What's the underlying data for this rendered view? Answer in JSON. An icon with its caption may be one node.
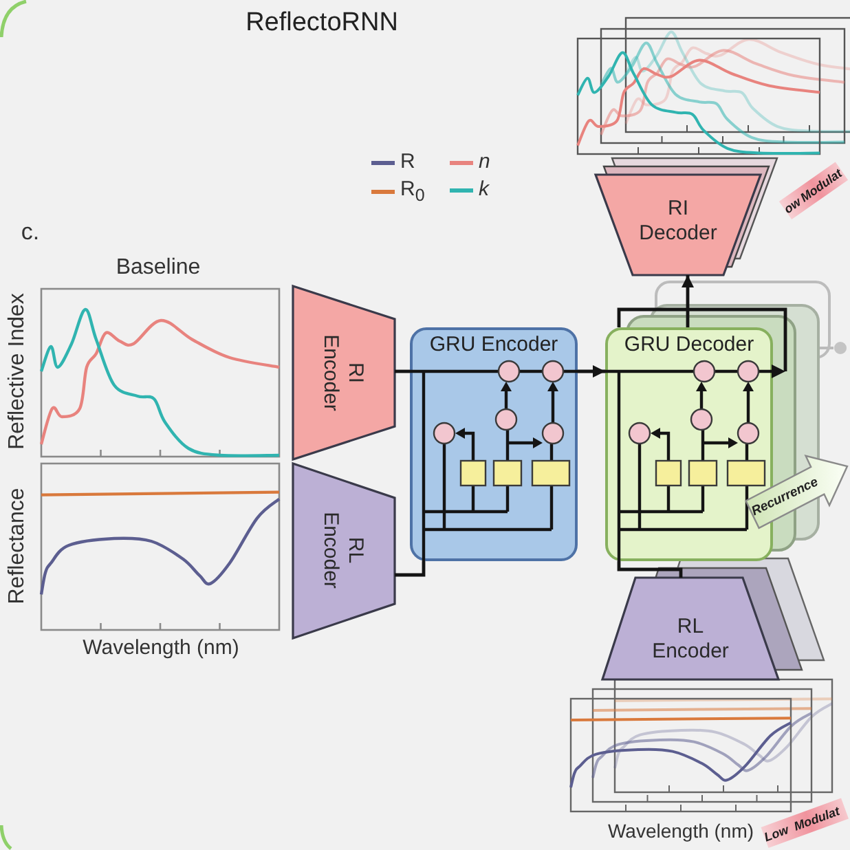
{
  "diagram": {
    "title": "ReflectoRNN",
    "nodes": [
      {
        "text": [
          "RI Decoder"
        ]
      },
      {
        "text": [
          "ow",
          "Modulat"
        ]
      },
      {
        "text": [
          "RI Encoder"
        ]
      },
      {
        "text": [
          "GRU Encoder"
        ]
      },
      {
        "text": [
          "GRU Decoder"
        ]
      },
      {
        "text": [
          "Recurrence"
        ]
      },
      {
        "text": [
          "RL Encoder"
        ]
      },
      {
        "text": [
          "RL Encoder"
        ]
      },
      {
        "text": [
          "Low",
          "Modulat"
        ]
      }
    ],
    "edges": [
      {
        "from": 2,
        "to": 3,
        "arrow": "none"
      },
      {
        "from": 6,
        "to": 3,
        "arrow": "none"
      },
      {
        "from": 3,
        "to": 4,
        "arrow": "to"
      },
      {
        "from": 4,
        "to": 0,
        "arrow": "to"
      },
      {
        "from": 7,
        "to": 4,
        "arrow": "none"
      },
      {
        "from": 4,
        "to": 4,
        "arrow": "to"
      }
    ],
    "labels": [
      "c.",
      "Baseline",
      "Reflective Index",
      "Reflectance",
      "Wavelength (nm)",
      "Wavelength (nm)"
    ],
    "legend": [
      {
        "text": "R"
      },
      {
        "text": "n"
      },
      {
        "text": "R$_{0}$"
      },
      {
        "text": "k"
      }
    ]
  }
}
